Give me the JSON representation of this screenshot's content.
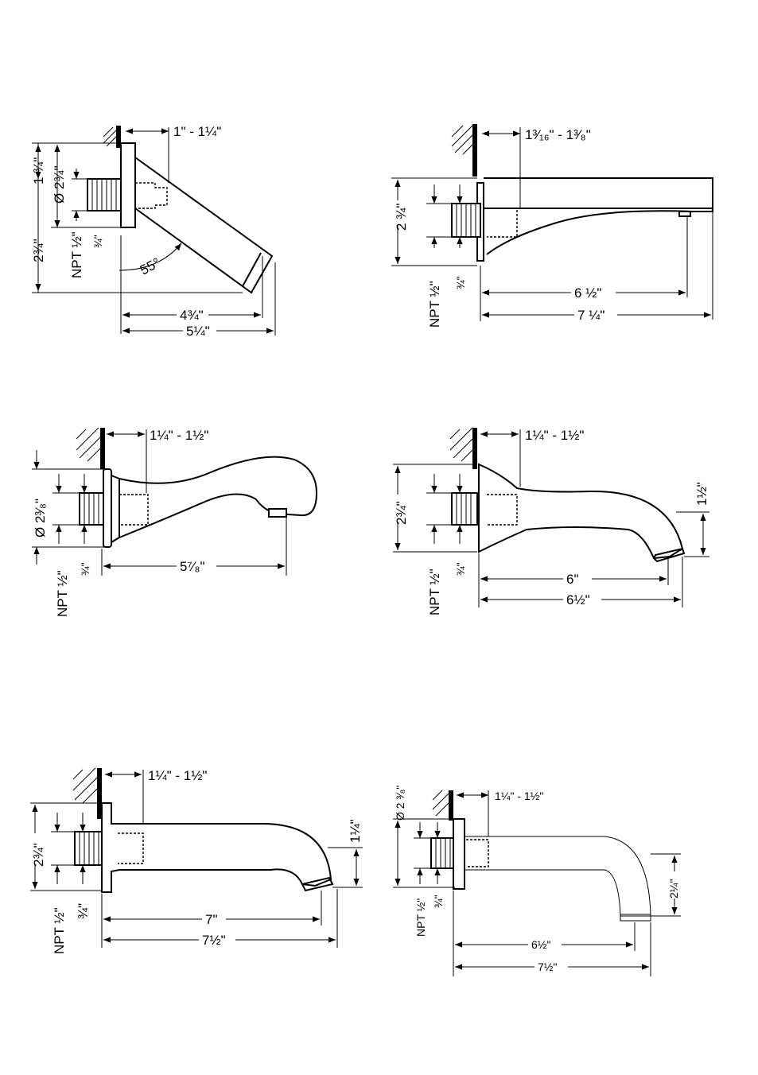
{
  "drawings": [
    {
      "id": "spout-1",
      "labels": {
        "wall_gap": "1\" - 1¼\"",
        "height_top": "1 ¾\"",
        "diameter": "Ø 2¾\"",
        "height_total": "2¾\"",
        "npt": "NPT ½\"",
        "thread": "¾\"",
        "angle": "55°",
        "reach": "4¾\"",
        "length": "5¼\""
      }
    },
    {
      "id": "spout-2",
      "labels": {
        "wall_gap": "1³⁄₁₆\" - 1³⁄₈\"",
        "height": "2 ¾\"",
        "npt": "NPT ½\"",
        "thread": "¾\"",
        "reach": "6 ½\"",
        "length": "7 ¼\""
      }
    },
    {
      "id": "spout-3",
      "labels": {
        "wall_gap": "1¼\" - 1½\"",
        "diameter": "Ø 2³⁄₈\"",
        "npt": "NPT ½\"",
        "thread": "¾\"",
        "length": "5⁷⁄₈\""
      }
    },
    {
      "id": "spout-4",
      "labels": {
        "wall_gap": "1¼\" - 1½\"",
        "height": "2¾\"",
        "outlet_height": "1½\"",
        "npt": "NPT ½\"",
        "thread": "¾\"",
        "reach": "6\"",
        "length": "6½\""
      }
    },
    {
      "id": "spout-5",
      "labels": {
        "wall_gap": "1¼\" - 1½\"",
        "height": "2¾\"",
        "outlet_height": "1¼\"",
        "npt": "NPT ½\"",
        "thread": "¾\"",
        "reach": "7\"",
        "length": "7½\""
      }
    },
    {
      "id": "spout-6",
      "labels": {
        "diameter": "Ø 2 ³⁄₈\"",
        "wall_gap": "1¼\" - 1½\"",
        "outlet_height": "2¼\"",
        "npt": "NPT ½\"",
        "thread": "¾\"",
        "reach": "6½\"",
        "length": "7½\""
      }
    }
  ]
}
